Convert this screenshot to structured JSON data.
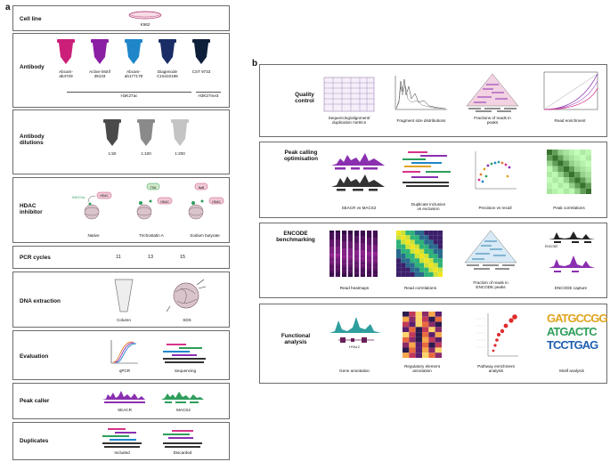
{
  "panel_letters": {
    "a": "a",
    "b": "b"
  },
  "panel_a": {
    "cell_line": {
      "title": "Cell line",
      "label": "K562"
    },
    "antibody": {
      "title": "Antibody",
      "tubes": [
        {
          "label": "Abcam-\nab4729",
          "color": "#cc1f7a"
        },
        {
          "label": "Active Motif\n39133",
          "color": "#8b1fa3"
        },
        {
          "label": "Abcam-\nab177178",
          "color": "#1f86c9"
        },
        {
          "label": "Diagenode\nC15410196",
          "color": "#1a2d66"
        },
        {
          "label": "CST 9733",
          "color": "#0e1f3a"
        }
      ],
      "group_h3k27ac": "H3K27ac",
      "group_h3k27me3": "H3K27me3"
    },
    "dilutions": {
      "title": "Antibody\ndilutions",
      "items": [
        {
          "label": "1:50",
          "color": "#4a4a4a"
        },
        {
          "label": "1:100",
          "color": "#8a8a8a"
        },
        {
          "label": "1:200",
          "color": "#c4c4c4"
        }
      ]
    },
    "hdac": {
      "title": "HDAC\ninhibitor",
      "items": [
        "Native",
        "Trichostatin A",
        "Sodium butyrate"
      ],
      "h3k27ac": "H3K27ac",
      "hdac": "HDAC",
      "tsa": "TSA",
      "nab": "NaB"
    },
    "pcr": {
      "title": "PCR cycles",
      "values": [
        "11",
        "13",
        "15"
      ]
    },
    "dna": {
      "title": "DNA extraction",
      "items": [
        "Column",
        "SDS"
      ]
    },
    "evaluation": {
      "title": "Evaluation",
      "items": [
        "qPCR",
        "Sequencing"
      ]
    },
    "peak_caller": {
      "title": "Peak caller",
      "items": [
        "SEACR",
        "MACS2"
      ]
    },
    "duplicates": {
      "title": "Duplicates",
      "items": [
        "Included",
        "Discarded"
      ]
    }
  },
  "panel_b": {
    "quality": {
      "title": "Quality\ncontrol",
      "items": [
        "Sequencing/alignment/\nduplication metrics",
        "Fragment size distributions",
        "Fractions of reads in\npeaks",
        "Read enrichment"
      ]
    },
    "peak": {
      "title": "Peak calling\noptimisation",
      "items": [
        "SEACR vs MACS2",
        "Duplicate inclusion\nvs exclusion",
        "Precision vs recall",
        "Peak correlations"
      ]
    },
    "encode": {
      "title": "ENCODE\nbenchmarking",
      "items": [
        "Read heatmaps",
        "Read correlations",
        "Fraction of reads in\nENCODE peaks",
        "ENCODE capture"
      ],
      "encode_tag": "ENCODE"
    },
    "functional": {
      "title": "Functional\nanalysis",
      "items": [
        "Gene annotation",
        "Regulatory element\nannotation",
        "Pathway enrichment\nanalysis",
        "Motif analysis"
      ],
      "gene": "HYAL2",
      "motif_lines": [
        "GATGCCGG",
        "ATGACTC",
        "TCCTGAG"
      ]
    }
  },
  "colors": {
    "purple": "#8a2fb0",
    "green": "#2e9e5b",
    "pink": "#d6338a",
    "teal": "#2f9e9e",
    "dark": "#333333"
  }
}
